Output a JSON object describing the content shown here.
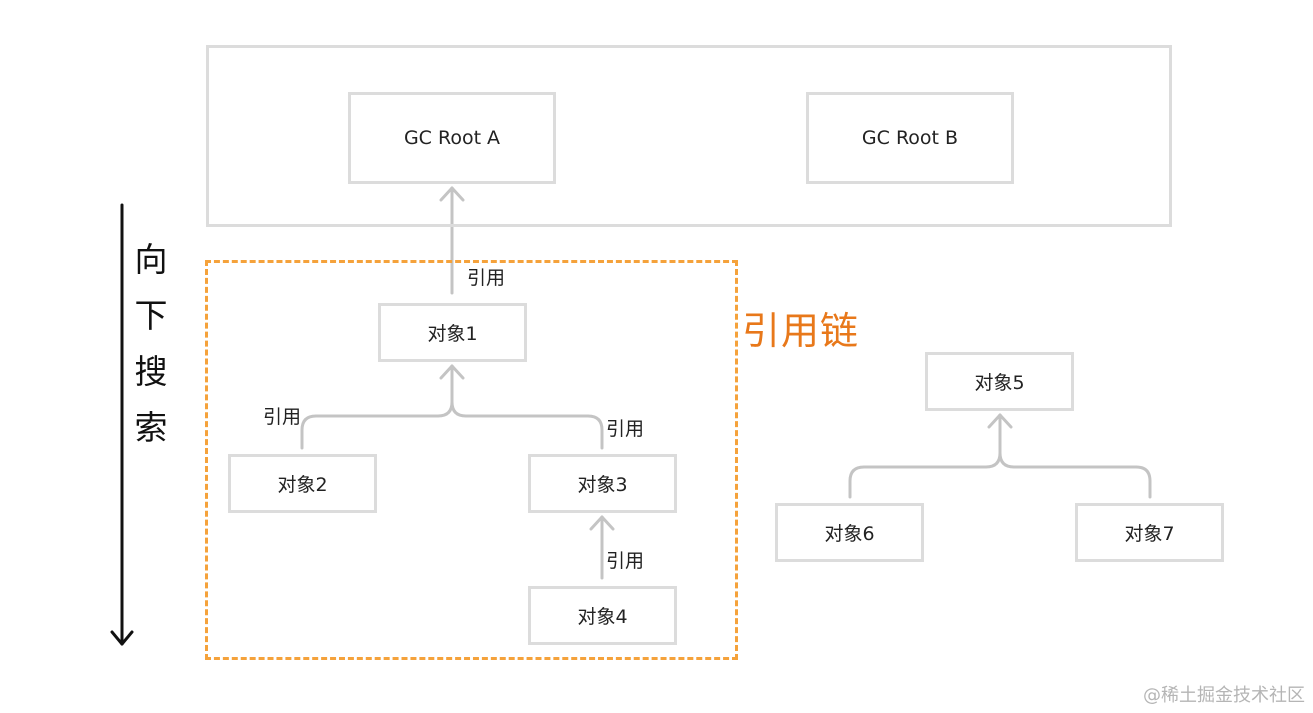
{
  "gc_roots": {
    "root_a": "GC Root A",
    "root_b": "GC Root B"
  },
  "objects": {
    "obj1": "对象1",
    "obj2": "对象2",
    "obj3": "对象3",
    "obj4": "对象4",
    "obj5": "对象5",
    "obj6": "对象6",
    "obj7": "对象7"
  },
  "edge_labels": {
    "obj1_to_root_a": "引用",
    "obj2_to_obj1": "引用",
    "obj3_to_obj1": "引用",
    "obj4_to_obj3": "引用"
  },
  "chain_label": "引用链",
  "search_direction": [
    "向",
    "下",
    "搜",
    "索"
  ],
  "watermark": "@稀土掘金技术社区",
  "colors": {
    "box_border": "#dcdcdc",
    "connector": "#c4c4c4",
    "chain_frame": "#f5a23b",
    "chain_text": "#e8781a"
  }
}
